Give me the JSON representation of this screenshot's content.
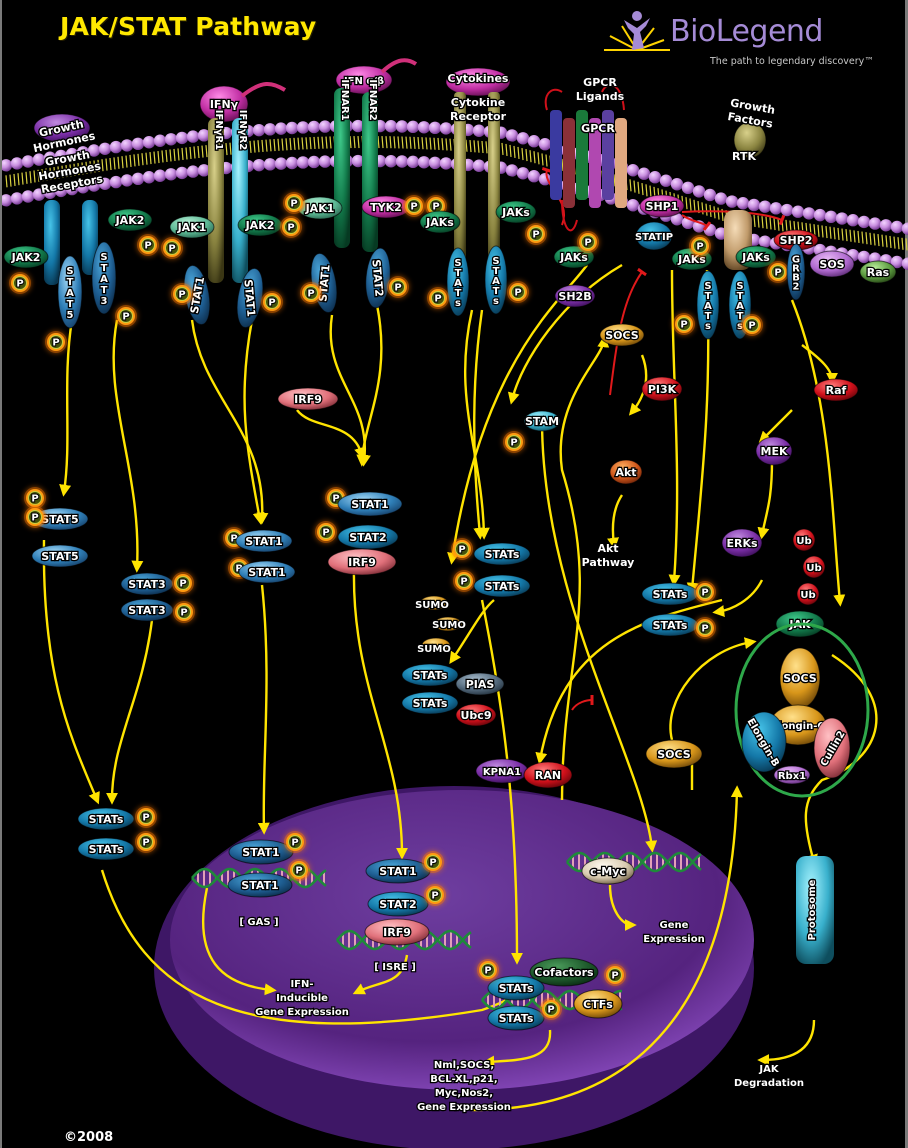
{
  "header": {
    "title": "JAK/STAT Pathway",
    "brand": "BioLegend",
    "tagline": "The path to legendary discovery™",
    "logo_icon": "starburst-figure-icon"
  },
  "footer": {
    "copyright": "©2008"
  },
  "colors": {
    "background": "#000000",
    "membrane_bead": "#c98fe0",
    "membrane_tail": "#e8e04a",
    "arrow": "#ffe400",
    "inhibition": "#e0191b",
    "phospho_ring": "#ff8c00",
    "phospho_core": "#5a6b12",
    "nucleus": "#5a2a86",
    "title": "#ffe800",
    "brand": "#a58bd6"
  },
  "ligands_receptors": [
    {
      "id": "gh",
      "ligand": "Growth Hormones",
      "receptor": "Growth Hormones Receptors"
    },
    {
      "id": "ifng",
      "ligand": "IFNγ",
      "receptor_1": "IFNγR1",
      "receptor_2": "IFNγR2"
    },
    {
      "id": "ifnab",
      "ligand": "IFN α/β",
      "receptor_1": "IFNAR1",
      "receptor_2": "IFNAR2"
    },
    {
      "id": "cyt",
      "ligand": "Cytokines",
      "receptor": "Cytokine Receptor"
    },
    {
      "id": "gpcr",
      "ligand": "GPCR Ligands",
      "receptor": "GPCR"
    },
    {
      "id": "rtk",
      "ligand": "Growth Factors",
      "receptor": "RTK"
    }
  ],
  "nodes": {
    "jak2_a": "JAK2",
    "jak2_b": "JAK2",
    "stat5_v": "STAT5",
    "stat3_v": "STAT3",
    "jak1_a": "JAK1",
    "jak2_c": "JAK2",
    "stat1_a": "STAT1",
    "stat1_b": "STAT1",
    "jak1_b": "JAK1",
    "tyk2": "TYK2",
    "stat1_c": "STAT1",
    "stat2_a": "STAT2",
    "jaks_a": "JAKs",
    "jaks_b": "JAKs",
    "stats_a": "STATs",
    "stats_b": "STATs",
    "jaks_c": "JAKs",
    "sh2b": "SH2B",
    "shp1": "SHP1",
    "statip": "STATIP",
    "jaks_d": "JAKs",
    "jaks_e": "JAKs",
    "stats_c": "STATs",
    "stats_d": "STATs",
    "shp2": "SHP2",
    "grb2": "GRB2",
    "sos": "SOS",
    "ras": "Ras",
    "socs_a": "SOCS",
    "pi3k": "PI3K",
    "akt": "Akt",
    "akt_pathway": "Akt Pathway",
    "stam": "STAM",
    "irf9_a": "IRF9",
    "raf": "Raf",
    "mek": "MEK",
    "erks": "ERKs",
    "ub": "Ub",
    "jak_ub": "JAK",
    "stat5_d1": "STAT5",
    "stat5_d2": "STAT5",
    "stat3_d1": "STAT3",
    "stat3_d2": "STAT3",
    "stat1_d1": "STAT1",
    "stat1_d2": "STAT1",
    "isgf_stat1": "STAT1",
    "isgf_stat2": "STAT2",
    "isgf_irf9": "IRF9",
    "stats_d1": "STATs",
    "stats_d2": "STATs",
    "sumo": "SUMO",
    "stats_sumo1": "STATs",
    "stats_sumo2": "STATs",
    "pias": "PIAS",
    "ubc9": "Ubc9",
    "stats_r1": "STATs",
    "stats_r2": "STATs",
    "socs_complex": "SOCS",
    "elongin_c": "Elongin-C",
    "elongin_b": "Elongin-B",
    "cullin2": "Cullin2",
    "rbx1": "Rbx1",
    "socs_b": "SOCS",
    "kpna1": "KPNA1",
    "ran": "RAN",
    "stats_l1": "STATs",
    "stats_l2": "STATs",
    "n_stat1_a": "STAT1",
    "n_stat1_b": "STAT1",
    "gas": "GAS",
    "n_stat1_c": "STAT1",
    "n_stat2": "STAT2",
    "n_irf9": "IRF9",
    "isre": "ISRE",
    "cmyc": "c-Myc",
    "cofactors": "Cofactors",
    "ctfs": "CTFs",
    "n_stats_a": "STATs",
    "n_stats_b": "STATs",
    "protosome": "Protosome",
    "phospho": "P"
  },
  "outputs": {
    "ifn_gene_expr": [
      "IFN-",
      "Inducible",
      "Gene Expression"
    ],
    "gene_expr": [
      "Gene",
      "Expression"
    ],
    "target_genes": [
      "Nml,SOCS,",
      "BCL-XL,p21,",
      "Myc,Nos2,",
      "Gene Expression"
    ],
    "jak_degradation": [
      "JAK",
      "Degradation"
    ]
  }
}
